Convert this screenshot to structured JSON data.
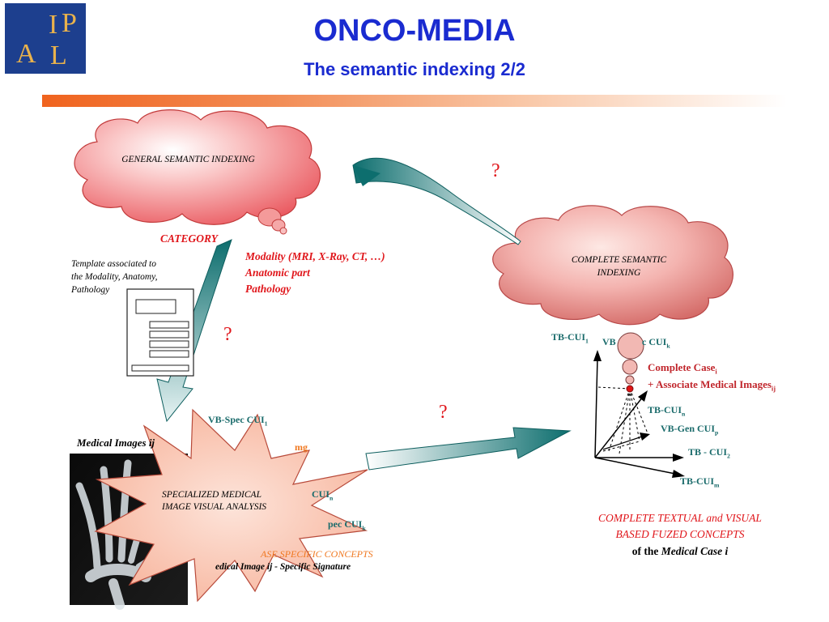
{
  "logo": {
    "letters": [
      "I",
      "P",
      "A",
      "L"
    ]
  },
  "header": {
    "title": "ONCO-MEDIA",
    "subtitle": "The semantic indexing 2/2"
  },
  "left": {
    "cloud_label": "GENERAL SEMANTIC INDEXING",
    "category": "CATEGORY",
    "modality": "Modality (MRI, X-Ray, CT, …)",
    "anatomic": "Anatomic part",
    "pathology": "Pathology",
    "template_note": "Template associated to the Modality, Anatomy, Pathology",
    "question": "?",
    "medical_images": "Medical Images ij"
  },
  "middle": {
    "vb_spec": "VB-Spec CUI",
    "vb_spec_sub": "1",
    "img_partial": "mg",
    "cui_partial": "CUI",
    "cui_partial_sub": "n",
    "spec_partial": "pec CUI",
    "spec_partial_sub": "k",
    "burst_label": "SPECIALIZED MEDICAL IMAGE VISUAL ANALYSIS",
    "concepts_partial": "ASE SPECIFIC CONCEPTS",
    "signature_partial": "edical Image ij - Specific Signature",
    "question": "?"
  },
  "right": {
    "question": "?",
    "cloud_label": "COMPLETE SEMANTIC INDEXING",
    "tb_cui_1": "TB-CUI",
    "tb_cui_1_sub": "1",
    "vb_partial_a": "VB",
    "vb_partial_b": "c CUI",
    "vb_partial_b_sub": "k",
    "complete_case": "Complete Case",
    "complete_case_sub": "i",
    "associate": "+ Associate Medical Images",
    "associate_sub": "ij",
    "tb_cui_n": "TB-CUI",
    "tb_cui_n_sub": "n",
    "vb_gen": "VB-Gen CUI",
    "vb_gen_sub": "p",
    "tb_cui_2": "TB - CUI",
    "tb_cui_2_sub": "2",
    "tb_cui_m": "TB-CUI",
    "tb_cui_m_sub": "m",
    "fused_line1": "COMPLETE TEXTUAL and VISUAL",
    "fused_line2": "BASED FUZED CONCEPTS",
    "of_the": "of the",
    "medical_case": "Medical Case i"
  }
}
